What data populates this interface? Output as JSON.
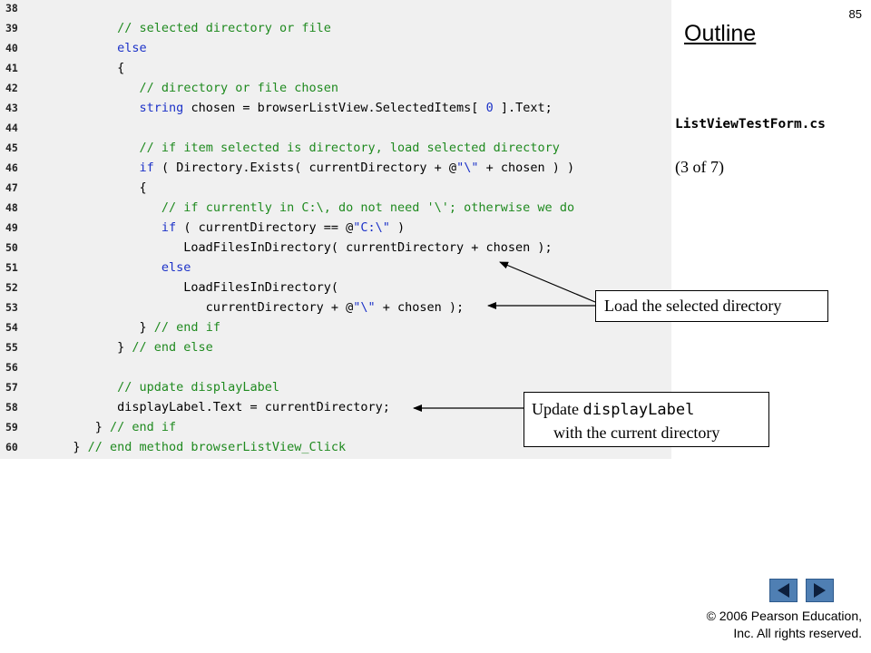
{
  "slide": {
    "number": "85",
    "outline_title": "Outline",
    "file_name": "ListViewTestForm.cs",
    "part": "(3 of 7)"
  },
  "code": {
    "lines": [
      {
        "num": "38",
        "tokens": []
      },
      {
        "num": "39",
        "tokens": [
          {
            "t": "         "
          },
          {
            "t": "// selected directory or file",
            "c": "com"
          }
        ]
      },
      {
        "num": "40",
        "tokens": [
          {
            "t": "         "
          },
          {
            "t": "else",
            "c": "kw"
          }
        ]
      },
      {
        "num": "41",
        "tokens": [
          {
            "t": "         {"
          }
        ]
      },
      {
        "num": "42",
        "tokens": [
          {
            "t": "            "
          },
          {
            "t": "// directory or file chosen",
            "c": "com"
          }
        ]
      },
      {
        "num": "43",
        "tokens": [
          {
            "t": "            "
          },
          {
            "t": "string",
            "c": "kw"
          },
          {
            "t": " chosen = browserListView.SelectedItems[ "
          },
          {
            "t": "0",
            "c": "num"
          },
          {
            "t": " ].Text;"
          }
        ]
      },
      {
        "num": "44",
        "tokens": []
      },
      {
        "num": "45",
        "tokens": [
          {
            "t": "            "
          },
          {
            "t": "// if item selected is directory, load selected directory",
            "c": "com"
          }
        ]
      },
      {
        "num": "46",
        "tokens": [
          {
            "t": "            "
          },
          {
            "t": "if",
            "c": "kw"
          },
          {
            "t": " ( Directory.Exists( currentDirectory + @"
          },
          {
            "t": "\"\\\"",
            "c": "str"
          },
          {
            "t": " + chosen ) )"
          }
        ]
      },
      {
        "num": "47",
        "tokens": [
          {
            "t": "            {"
          }
        ]
      },
      {
        "num": "48",
        "tokens": [
          {
            "t": "               "
          },
          {
            "t": "// if currently in C:\\, do not need '\\'; otherwise we do",
            "c": "com"
          }
        ]
      },
      {
        "num": "49",
        "tokens": [
          {
            "t": "               "
          },
          {
            "t": "if",
            "c": "kw"
          },
          {
            "t": " ( currentDirectory == @"
          },
          {
            "t": "\"C:\\\"",
            "c": "str"
          },
          {
            "t": " )"
          }
        ]
      },
      {
        "num": "50",
        "tokens": [
          {
            "t": "                  LoadFilesInDirectory( currentDirectory + chosen );"
          }
        ]
      },
      {
        "num": "51",
        "tokens": [
          {
            "t": "               "
          },
          {
            "t": "else",
            "c": "kw"
          }
        ]
      },
      {
        "num": "52",
        "tokens": [
          {
            "t": "                  LoadFilesInDirectory("
          }
        ]
      },
      {
        "num": "53",
        "tokens": [
          {
            "t": "                     currentDirectory + @"
          },
          {
            "t": "\"\\\"",
            "c": "str"
          },
          {
            "t": " + chosen );"
          }
        ]
      },
      {
        "num": "54",
        "tokens": [
          {
            "t": "            } "
          },
          {
            "t": "// end if",
            "c": "com"
          }
        ]
      },
      {
        "num": "55",
        "tokens": [
          {
            "t": "         } "
          },
          {
            "t": "// end else",
            "c": "com"
          }
        ]
      },
      {
        "num": "56",
        "tokens": []
      },
      {
        "num": "57",
        "tokens": [
          {
            "t": "         "
          },
          {
            "t": "// update displayLabel",
            "c": "com"
          }
        ]
      },
      {
        "num": "58",
        "tokens": [
          {
            "t": "         displayLabel.Text = currentDirectory;"
          }
        ]
      },
      {
        "num": "59",
        "tokens": [
          {
            "t": "      } "
          },
          {
            "t": "// end if",
            "c": "com"
          }
        ]
      },
      {
        "num": "60",
        "tokens": [
          {
            "t": "   } "
          },
          {
            "t": "// end method browserListView_Click",
            "c": "com"
          }
        ]
      }
    ]
  },
  "callouts": {
    "load": "Load the selected directory",
    "update_prefix": "Update ",
    "update_code": "displayLabel",
    "update_rest": "with the current directory"
  },
  "nav": {
    "prev_icon": "left-triangle-icon",
    "next_icon": "right-triangle-icon"
  },
  "copyright": {
    "line1": "© 2006 Pearson Education,",
    "line2": "Inc.  All rights reserved."
  },
  "colors": {
    "code_background": "#f0f0f0",
    "comment": "#1f8a1f",
    "keyword": "#1c32c8",
    "nav_button": "#4f7fb3"
  }
}
